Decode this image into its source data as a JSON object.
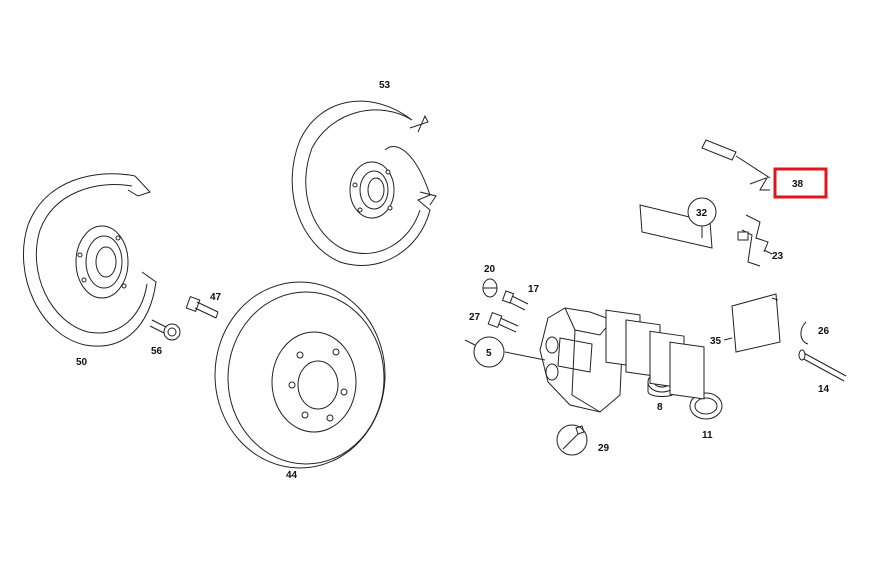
{
  "part_labels": {
    "p53": "53",
    "p50": "50",
    "p47": "47",
    "p56": "56",
    "p44": "44",
    "p20": "20",
    "p17": "17",
    "p27": "27",
    "p5": "5",
    "p29": "29",
    "p8": "8",
    "p11": "11",
    "p32": "32",
    "p38": "38",
    "p23": "23",
    "p35": "35",
    "p26": "26",
    "p14": "14"
  },
  "highlight": {
    "label": "38",
    "color": "#e0141b"
  }
}
